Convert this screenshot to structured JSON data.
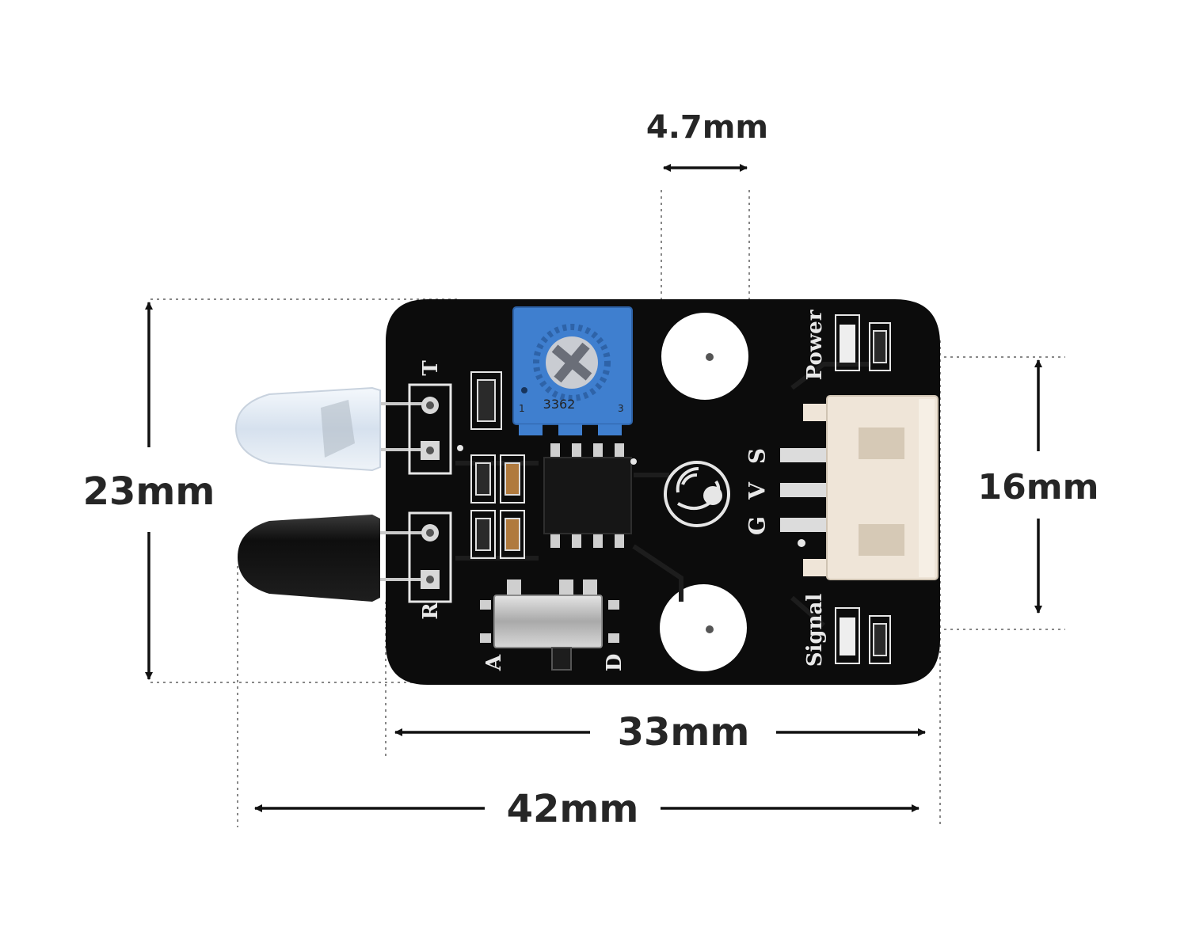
{
  "dimensions": {
    "hole_diameter": "4.7mm",
    "board_height": "23mm",
    "hole_spacing": "16mm",
    "board_width": "33mm",
    "overall_width": "42mm"
  },
  "silkscreen": {
    "transmitter": "T",
    "receiver": "R",
    "pin_s": "S",
    "pin_v": "V",
    "pin_g": "G",
    "power": "Power",
    "signal": "Signal",
    "analog": "A",
    "digital": "D"
  },
  "potentiometer": {
    "model": "3362",
    "pin1": "1",
    "pin3": "3"
  },
  "colors": {
    "pcb": "#0c0c0c",
    "potentiometer": "#3f7fcf",
    "connector": "#efe5d8",
    "ir_led": "#dde7f2",
    "receiver": "#151515"
  }
}
